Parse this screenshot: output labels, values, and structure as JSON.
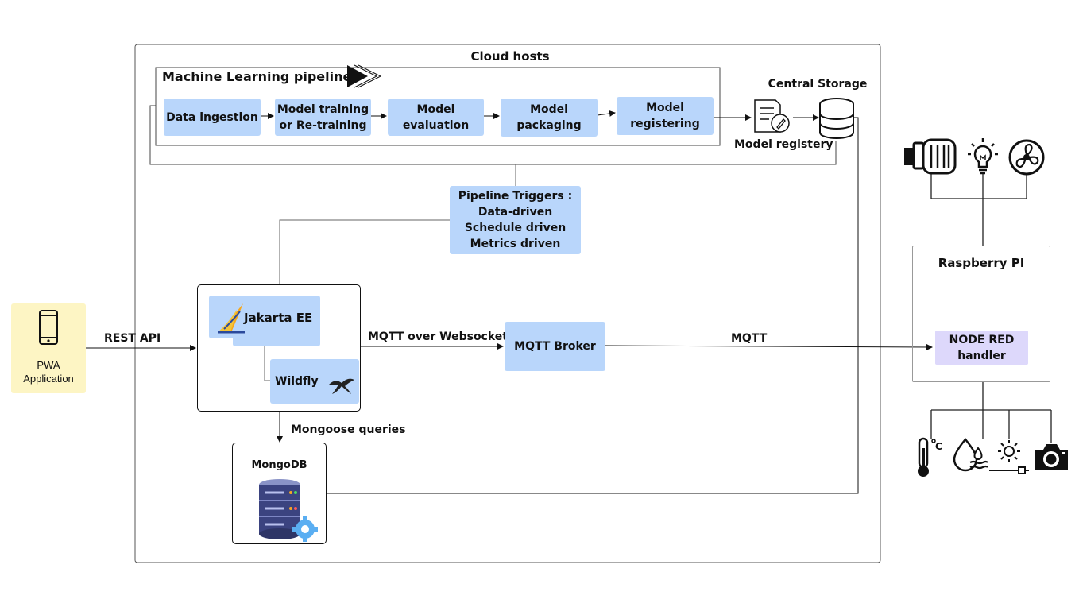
{
  "cloud": {
    "title": "Cloud hosts"
  },
  "ml_pipeline": {
    "title": "Machine Learning pipeline",
    "steps": [
      {
        "label": "Data ingestion"
      },
      {
        "label": "Model training\nor Re-training"
      },
      {
        "label": "Model\nevaluation"
      },
      {
        "label": "Model\npackaging"
      },
      {
        "label": "Model\nregistering"
      }
    ]
  },
  "storage": {
    "title": "Central Storage",
    "registry_label": "Model registery"
  },
  "triggers": {
    "lines": [
      "Pipeline Triggers :",
      "Data-driven",
      "Schedule driven",
      "Metrics driven"
    ]
  },
  "backend": {
    "jakarta": "Jakarta EE",
    "wildfly": "Wildfly"
  },
  "pwa": {
    "label": "PWA\nApplication"
  },
  "edges": {
    "rest_api": "REST API",
    "mqtt_ws": "MQTT over Websocket",
    "mqtt": "MQTT",
    "mongoose": "Mongoose queries"
  },
  "broker": {
    "label": "MQTT Broker"
  },
  "mongodb": {
    "label": "MongoDB"
  },
  "rpi": {
    "title": "Raspberry PI",
    "node_red": "NODE RED\nhandler"
  },
  "icons": {
    "actuators": [
      "pump-motor-icon",
      "light-bulb-icon",
      "fan-icon"
    ],
    "sensors": [
      "thermometer-celsius-icon",
      "humidity-icon",
      "light-sensor-icon",
      "camera-icon"
    ]
  },
  "colors": {
    "step_blue": "#b9d6fb",
    "pwa_yellow": "#fdf5c4",
    "node_red_purple": "#ddd8fb",
    "db_navy": "#2e3566"
  }
}
